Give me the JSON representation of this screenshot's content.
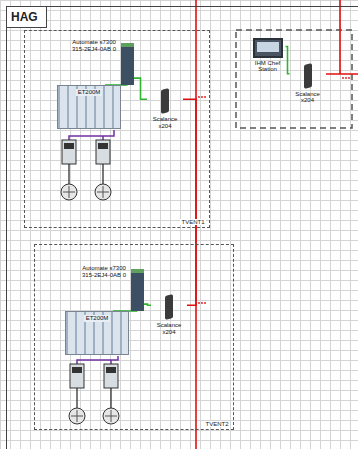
{
  "diagram": {
    "nodes": [
      {
        "text": [
          "HAG"
        ]
      },
      {
        "text": [
          "TVENT1"
        ],
        "in": 0
      },
      {
        "text": [
          "Automate s7300 315-2EJ4-0AB 0"
        ],
        "in": 1
      },
      {
        "text": [
          "ET200M"
        ],
        "in": 1
      },
      {
        "text": [
          "Scalance x204"
        ],
        "in": 1
      },
      {
        "text": [
          "IHM Chef Station"
        ],
        "in": 0
      },
      {
        "text": [
          "Scalance x204"
        ],
        "in": 0
      },
      {
        "text": [
          "TVENT2"
        ],
        "in": 0
      },
      {
        "text": [
          "Automate s7300 315-2EJ4-0AB 0"
        ],
        "in": 7
      },
      {
        "text": [
          "ET200M"
        ],
        "in": 7
      },
      {
        "text": [
          "Scalance x204"
        ],
        "in": 7
      }
    ],
    "edges": [
      {
        "from": 2,
        "to": 3,
        "arrow": "none"
      },
      {
        "from": 2,
        "to": 4,
        "arrow": "none"
      },
      {
        "from": 5,
        "to": 6,
        "arrow": "none"
      },
      {
        "from": 8,
        "to": 9,
        "arrow": "none"
      },
      {
        "from": 8,
        "to": 10,
        "arrow": "none"
      },
      {
        "from": 4,
        "to": 10,
        "arrow": "none"
      }
    ]
  }
}
